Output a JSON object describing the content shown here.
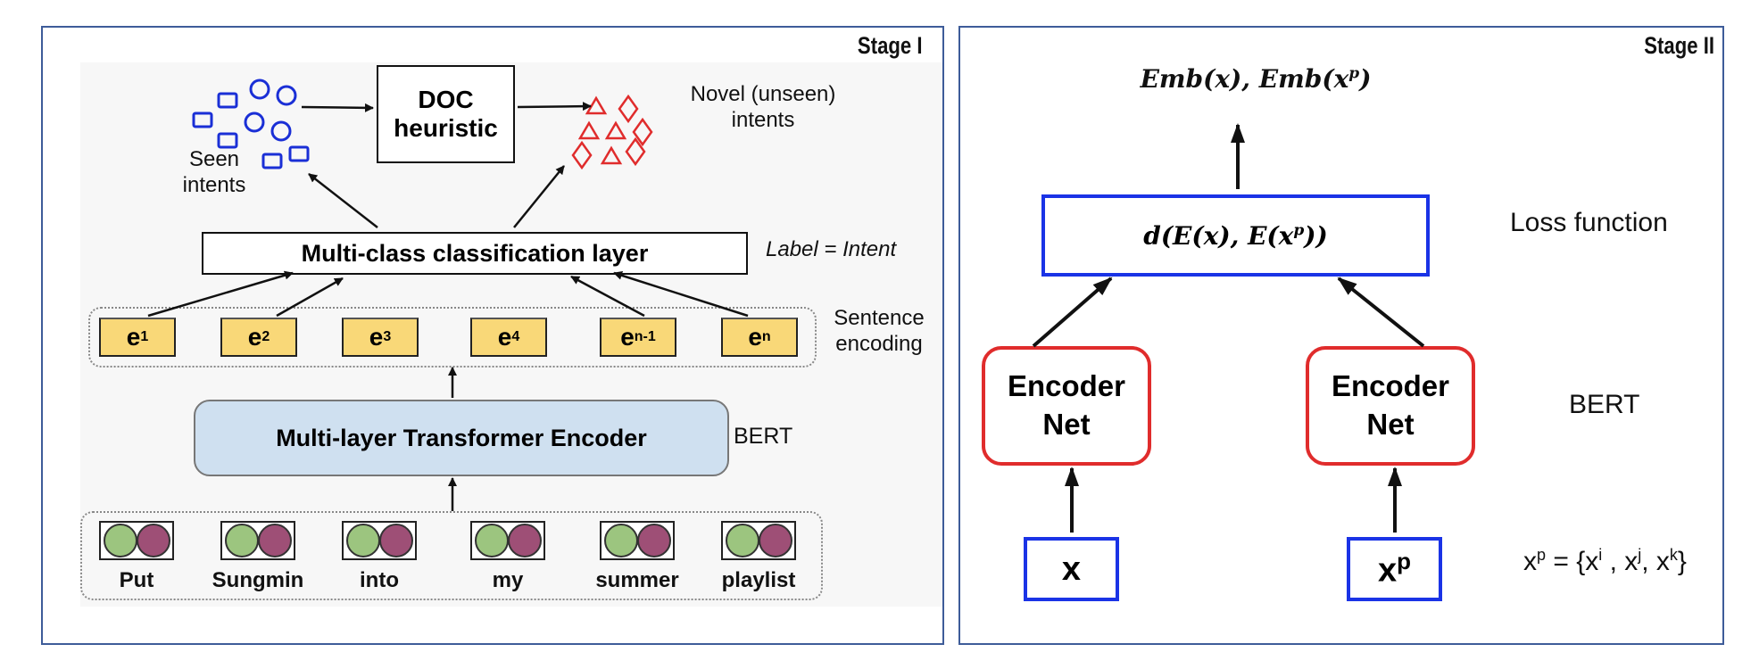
{
  "stage1": {
    "title": "Stage I",
    "seen_label": "Seen\nintents",
    "seen_label_line1": "Seen",
    "seen_label_line2": "intents",
    "doc_line1": "DOC",
    "doc_line2": "heuristic",
    "novel_line1": "Novel (unseen)",
    "novel_line2": "intents",
    "classifier_label": "Multi-class classification layer",
    "label_note": "Label = Intent",
    "sentence_enc_line1": "Sentence",
    "sentence_enc_line2": "encoding",
    "encodings": [
      {
        "base": "e",
        "sub": "1"
      },
      {
        "base": "e",
        "sub": "2"
      },
      {
        "base": "e",
        "sub": "3"
      },
      {
        "base": "e",
        "sub": "4"
      },
      {
        "base": "e",
        "sub": "n-1"
      },
      {
        "base": "e",
        "sub": "n"
      }
    ],
    "transformer_label": "Multi-layer Transformer Encoder",
    "bert_label": "BERT",
    "tokens": [
      "Put",
      "Sungmin",
      "into",
      "my",
      "summer",
      "playlist"
    ],
    "colors": {
      "seen": "#1a2fd6",
      "novel": "#e02c2c",
      "encoding_fill": "#f9d878",
      "transformer_fill": "#cfe0f0",
      "token_green": "#9cc57f",
      "token_purple": "#9e4f76"
    }
  },
  "stage2": {
    "title": "Stage II",
    "output_label": "Emb(x), Emb(x",
    "output_sup": "p",
    "output_close": ")",
    "loss_box_label": "d(E(x), E(x",
    "loss_box_sup": "p",
    "loss_box_close": "))",
    "loss_note": "Loss function",
    "encoder_line1": "Encoder",
    "encoder_line2": "Net",
    "bert_label": "BERT",
    "input_x": "x",
    "input_xp_base": "x",
    "input_xp_sup": "p",
    "set_def": {
      "lhs_base": "x",
      "lhs_sup": "p",
      "eq": " = {",
      "items": [
        {
          "base": "x",
          "sup": "i"
        },
        {
          "base": "x",
          "sup": "j"
        },
        {
          "base": "x",
          "sup": "k"
        }
      ],
      "close": "}"
    },
    "colors": {
      "box_blue": "#1a33e6",
      "encoder_red": "#e02c2c"
    }
  }
}
